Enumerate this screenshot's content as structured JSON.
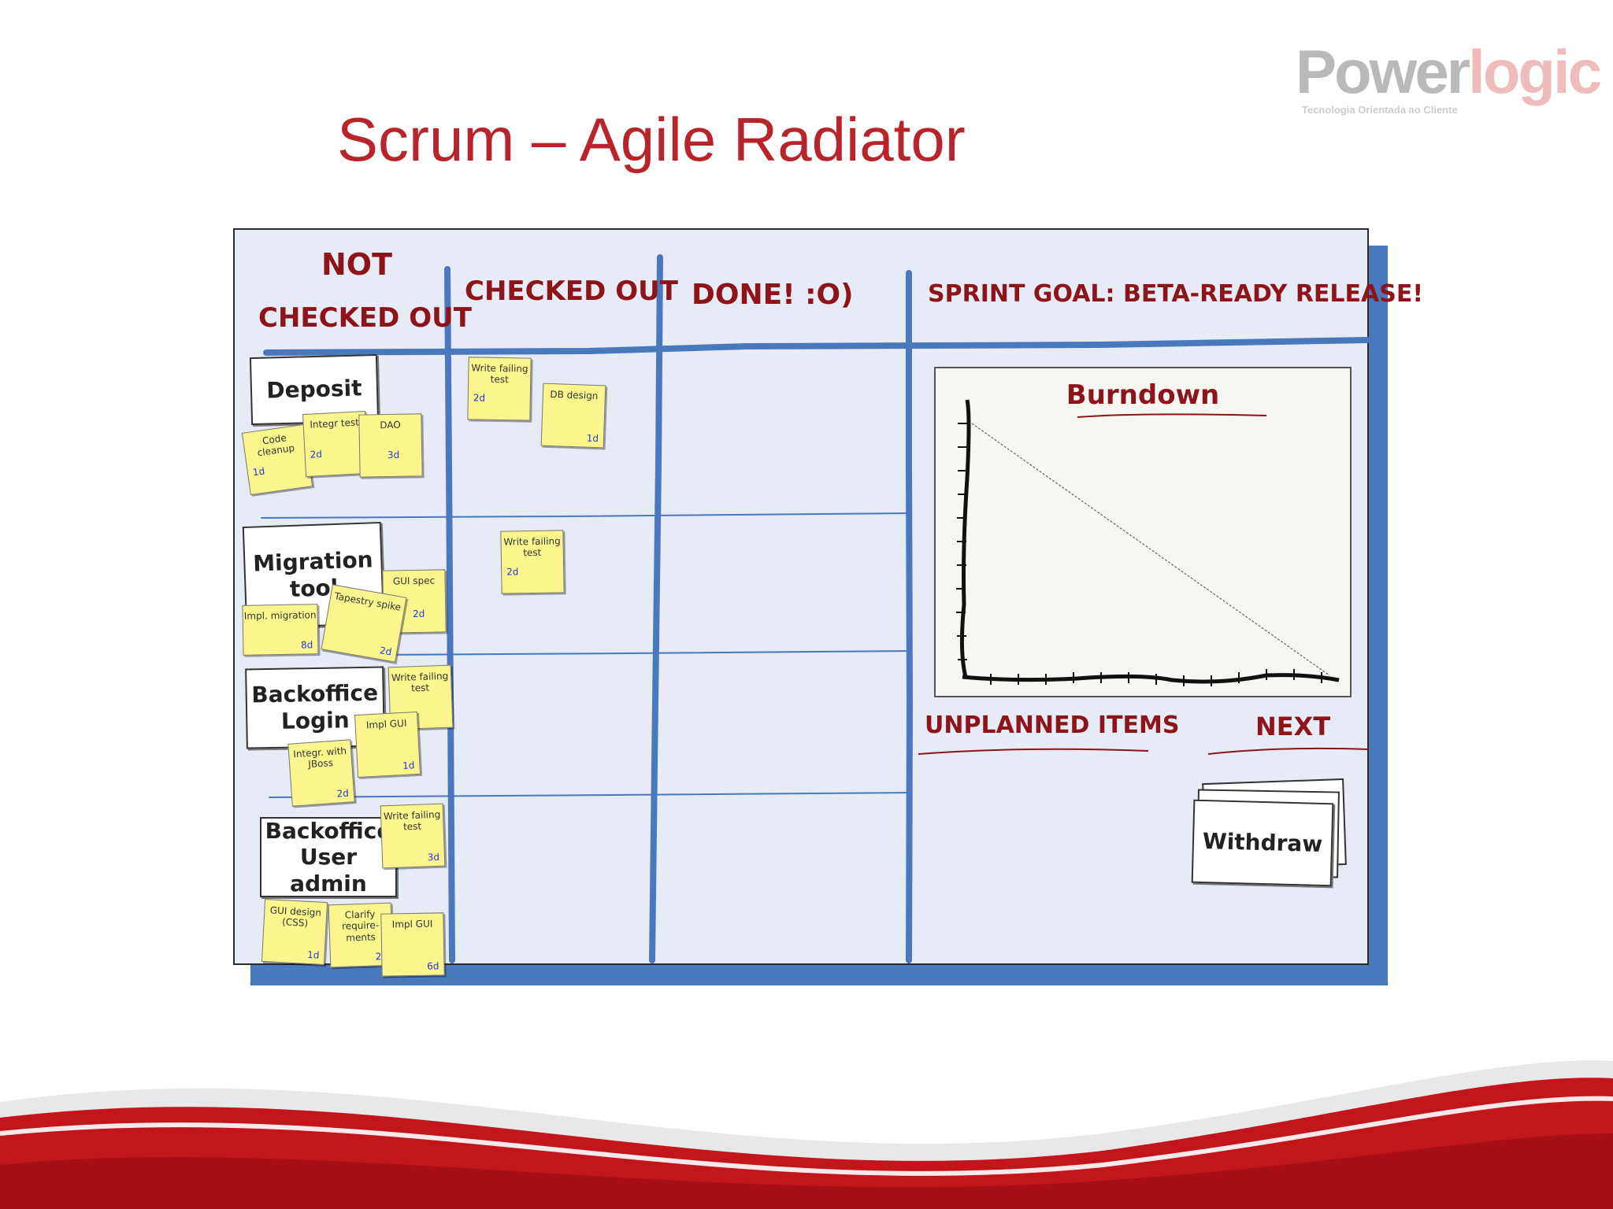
{
  "slide": {
    "title": "Scrum – Agile Radiator"
  },
  "logo": {
    "brand_part1": "Power",
    "brand_part2": "logic",
    "tagline": "Tecnologia Orientada ao Cliente"
  },
  "columns": [
    {
      "line1": "Not",
      "line2": "checked out"
    },
    {
      "label": "Checked out"
    },
    {
      "label": "Done! :o)"
    },
    {
      "label": "Sprint goal: Beta-ready release!"
    }
  ],
  "stories": [
    {
      "title_line1": "Deposit",
      "title_line2": ""
    },
    {
      "title_line1": "Migration",
      "title_line2": "tool"
    },
    {
      "title_line1": "Backoffice",
      "title_line2": "Login"
    },
    {
      "title_line1": "Backoffice",
      "title_line2": "User admin"
    }
  ],
  "tasks": {
    "code_cleanup": {
      "text": "Code cleanup",
      "est": "1d"
    },
    "integr_test": {
      "text": "Integr test",
      "est": "2d"
    },
    "dao": {
      "text": "DAO",
      "est": "3d"
    },
    "write_failing_1": {
      "text": "Write failing test",
      "est": "2d"
    },
    "db_design": {
      "text": "DB design",
      "est": "1d"
    },
    "write_failing_2": {
      "text": "Write failing test",
      "est": "2d"
    },
    "gui_spec": {
      "text": "GUI spec",
      "est": "2d"
    },
    "impl_migration": {
      "text": "Impl. migration",
      "est": "8d"
    },
    "tapestry_spike": {
      "text": "Tapestry spike",
      "est": "2d"
    },
    "write_failing_3": {
      "text": "Write failing test",
      "est": ""
    },
    "impl_gui_1": {
      "text": "Impl GUI",
      "est": "1d"
    },
    "integr_jboss": {
      "text": "Integr. with JBoss",
      "est": "2d"
    },
    "write_failing_4": {
      "text": "Write failing test",
      "est": "3d"
    },
    "gui_design": {
      "text": "GUI design (CSS)",
      "est": "1d"
    },
    "clarify": {
      "text": "Clarify require-ments",
      "est": "2d"
    },
    "impl_gui_2": {
      "text": "Impl GUI",
      "est": "6d"
    }
  },
  "burndown": {
    "title": "Burndown"
  },
  "sections": {
    "unplanned": "Unplanned items",
    "next": "Next"
  },
  "next_card": {
    "label": "Withdraw"
  },
  "colors": {
    "title_red": "#b8242a",
    "marker_red": "#8c141a",
    "board_blue": "#4a78bd",
    "note_yellow": "#faf58c",
    "estimate_blue": "#2436d8"
  }
}
